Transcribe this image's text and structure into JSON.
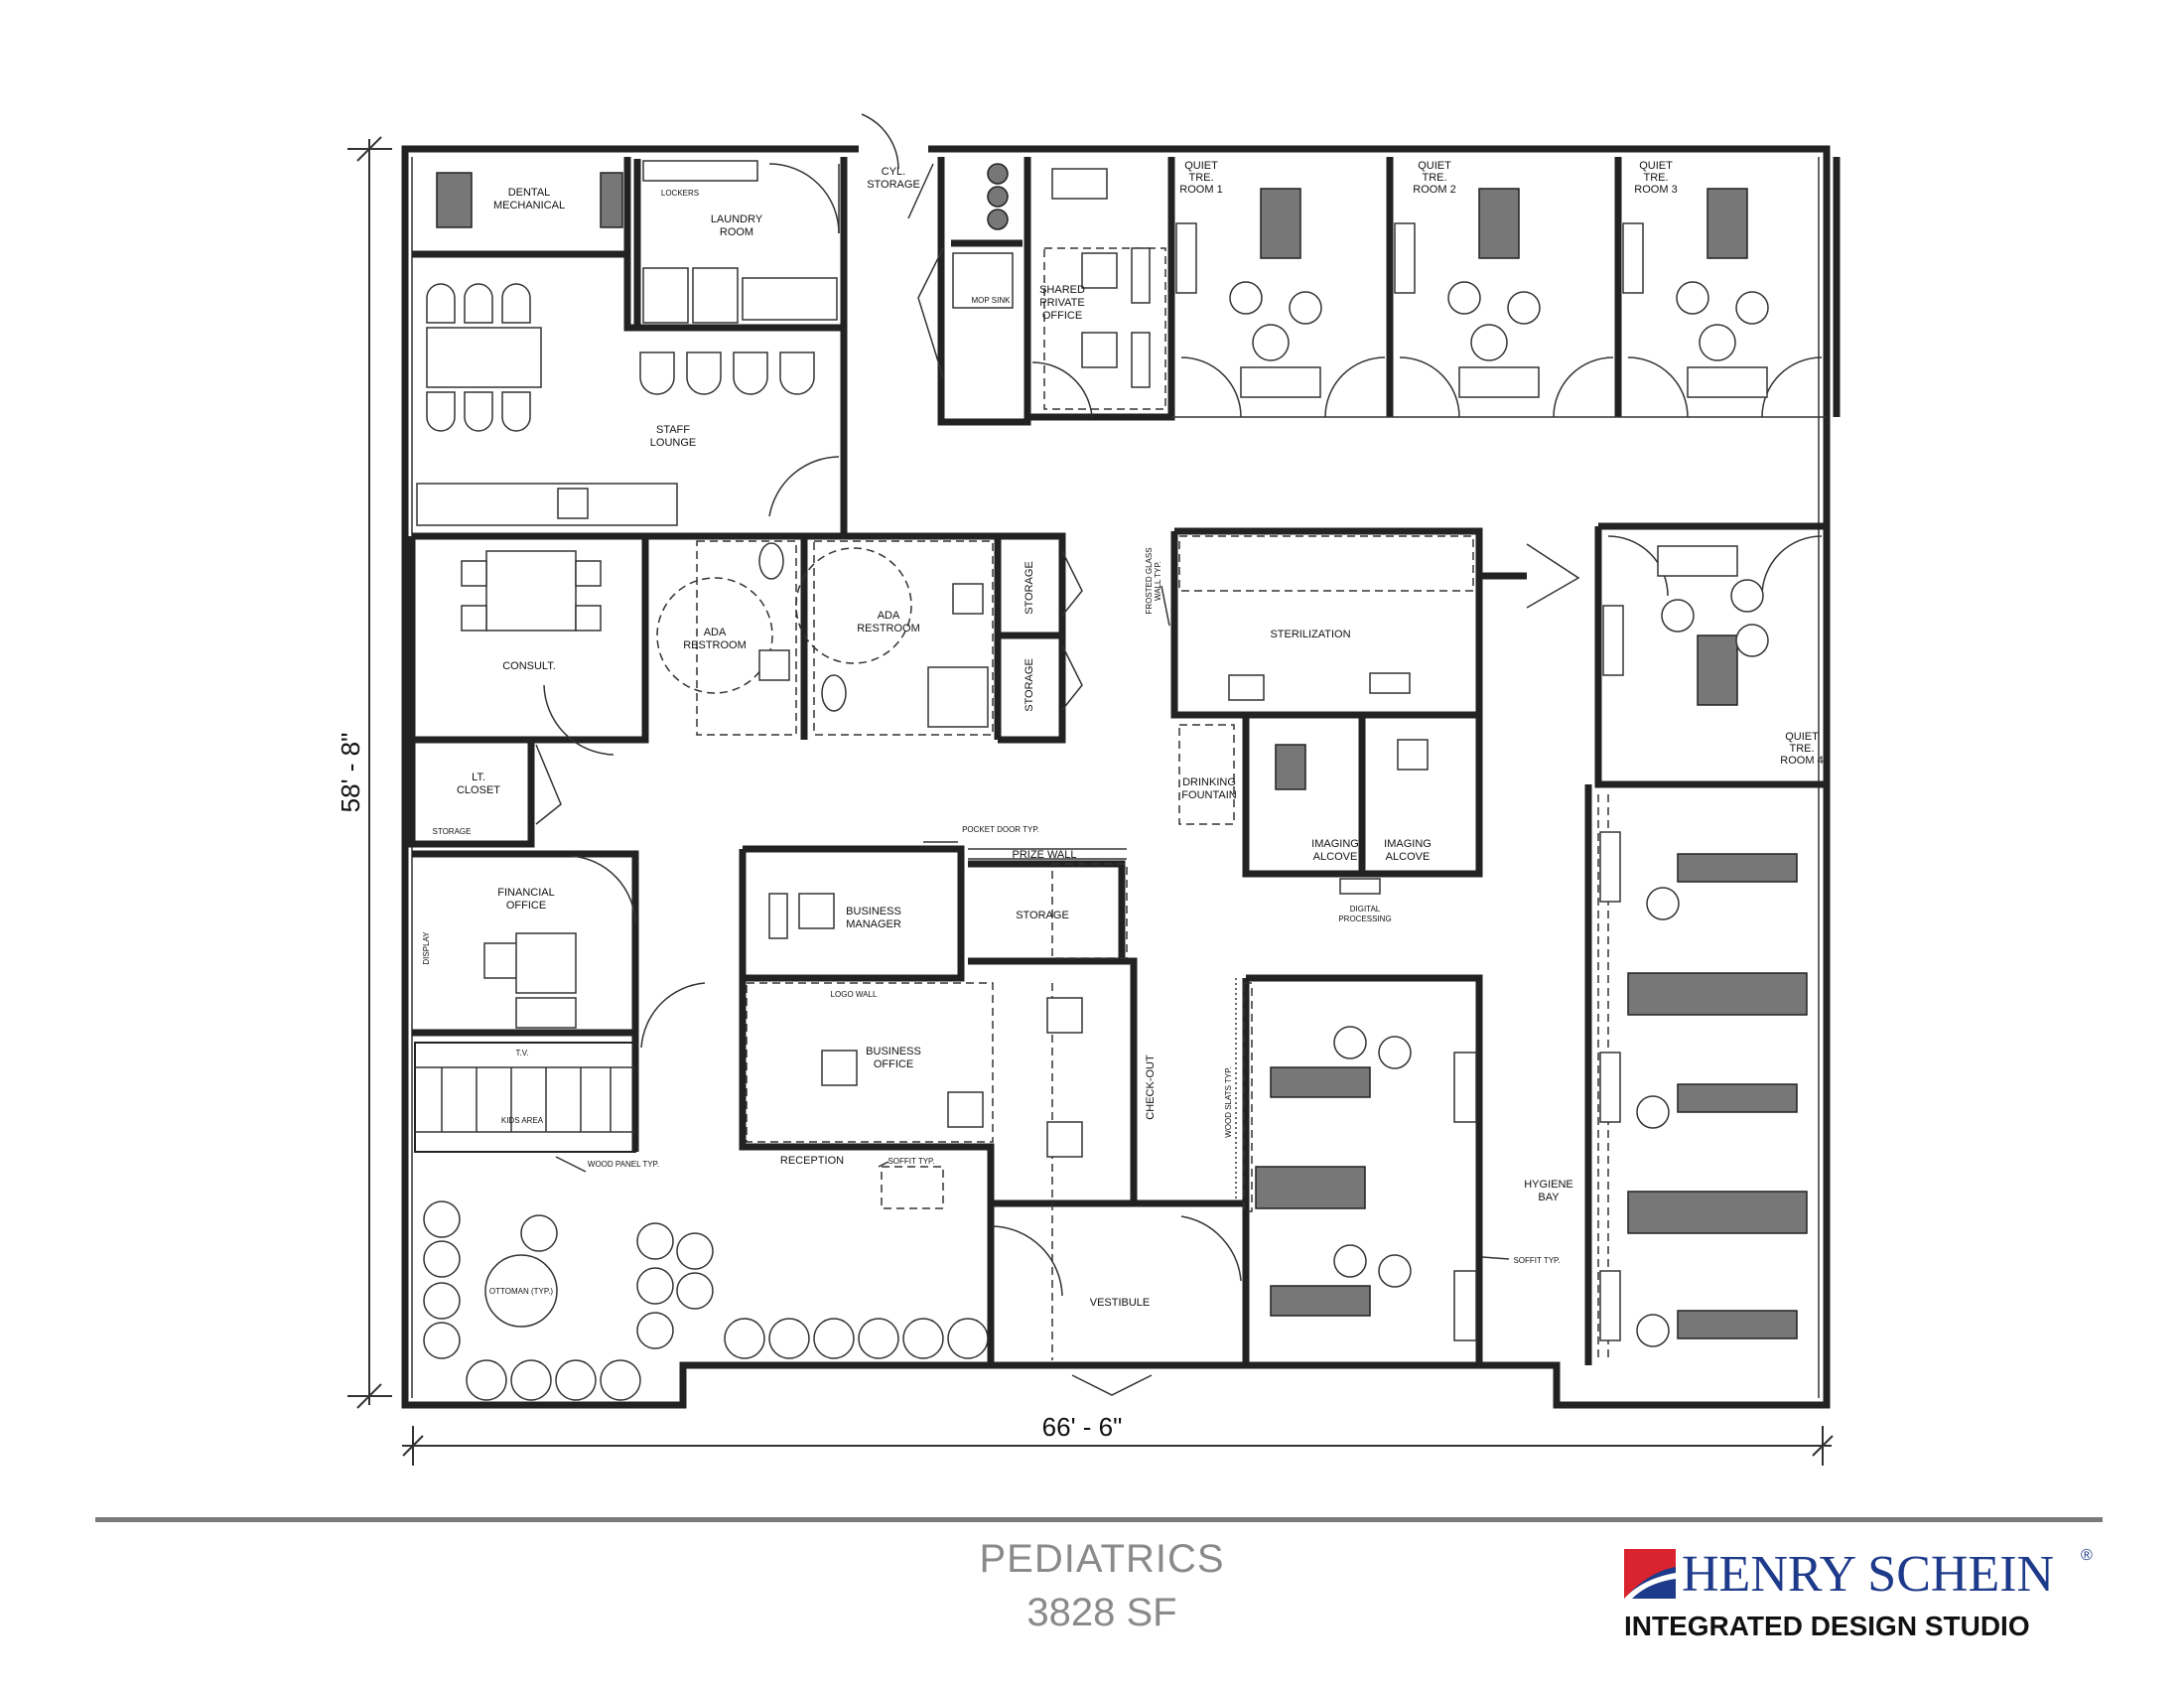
{
  "rooms": {
    "dental_mechanical": [
      "DENTAL",
      "MECHANICAL"
    ],
    "lockers": "LOCKERS",
    "laundry": [
      "LAUNDRY",
      "ROOM"
    ],
    "cyl_storage": [
      "CYL.",
      "STORAGE"
    ],
    "mop_sink": "MOP SINK",
    "shared_office": [
      "SHARED",
      "PRIVATE",
      "OFFICE"
    ],
    "quiet1": [
      "QUIET",
      "TRE.",
      "ROOM 1"
    ],
    "quiet2": [
      "QUIET",
      "TRE.",
      "ROOM 2"
    ],
    "quiet3": [
      "QUIET",
      "TRE.",
      "ROOM 3"
    ],
    "staff_lounge": [
      "STAFF",
      "LOUNGE"
    ],
    "consult": "CONSULT.",
    "ada1": [
      "ADA",
      "RESTROOM"
    ],
    "ada2": [
      "ADA",
      "RESTROOM"
    ],
    "storage_a": "STORAGE",
    "storage_b": "STORAGE",
    "frosted": [
      "FROSTED GLASS",
      "WALL TYP."
    ],
    "sterilization": "STERILIZATION",
    "quiet4": [
      "QUIET",
      "TRE.",
      "ROOM 4"
    ],
    "lt_closet": [
      "LT.",
      "CLOSET"
    ],
    "storage_small": "STORAGE",
    "drinking": [
      "DRINKING",
      "FOUNTAIN"
    ],
    "imaging1": [
      "IMAGING",
      "ALCOVE"
    ],
    "imaging2": [
      "IMAGING",
      "ALCOVE"
    ],
    "digital": [
      "DIGITAL",
      "PROCESSING"
    ],
    "pocket_door": "POCKET DOOR TYP.",
    "prize_wall": "PRIZE WALL",
    "financial": [
      "FINANCIAL",
      "OFFICE"
    ],
    "display": "DISPLAY",
    "business_manager": [
      "BUSINESS",
      "MANAGER"
    ],
    "storage_c": "STORAGE",
    "logo_wall": "LOGO WALL",
    "business_office": [
      "BUSINESS",
      "OFFICE"
    ],
    "check_out": "CHECK-OUT",
    "wood_slats": "WOOD SLATS TYP.",
    "tv": "T.V.",
    "kids_area": "KIDS AREA",
    "wood_panel": "WOOD PANEL TYP.",
    "reception": "RECEPTION",
    "soffit1": "SOFFIT TYP.",
    "hygiene_bay": [
      "HYGIENE",
      "BAY"
    ],
    "soffit2": "SOFFIT TYP.",
    "ottoman": "OTTOMAN (TYP.)",
    "vestibule": "VESTIBULE"
  },
  "dimensions": {
    "height": "58' - 8\"",
    "width": "66' - 6\""
  },
  "footer": {
    "title": "PEDIATRICS",
    "area": "3828  SF"
  },
  "brand": {
    "name": "HENRY SCHEIN",
    "registered": "®",
    "studio": "INTEGRATED DESIGN STUDIO",
    "colors": {
      "red": "#d9232e",
      "blue": "#1e3a8a"
    }
  }
}
